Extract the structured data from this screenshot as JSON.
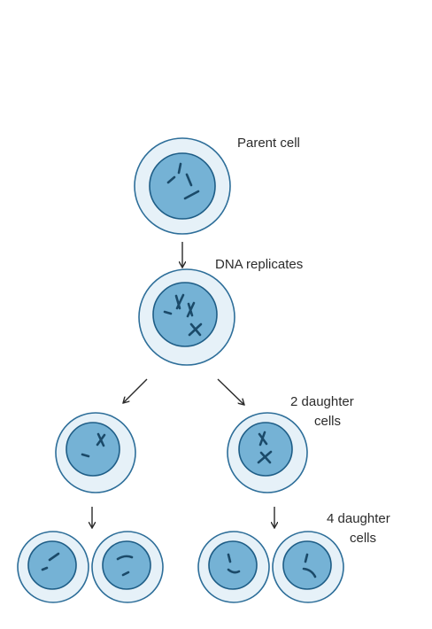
{
  "labels": {
    "parent": "Parent cell",
    "dna": "DNA replicates",
    "two_daughter_line1": "2 daughter",
    "two_daughter_line2": "cells",
    "four_daughter_line1": "4 daughter",
    "four_daughter_line2": "cells"
  },
  "colors": {
    "cell_membrane": "#e6f1f8",
    "cell_outline": "#2d6e99",
    "nucleus": "#75b2d5",
    "chromosome": "#1b4a69",
    "text": "#2b2b2b"
  }
}
